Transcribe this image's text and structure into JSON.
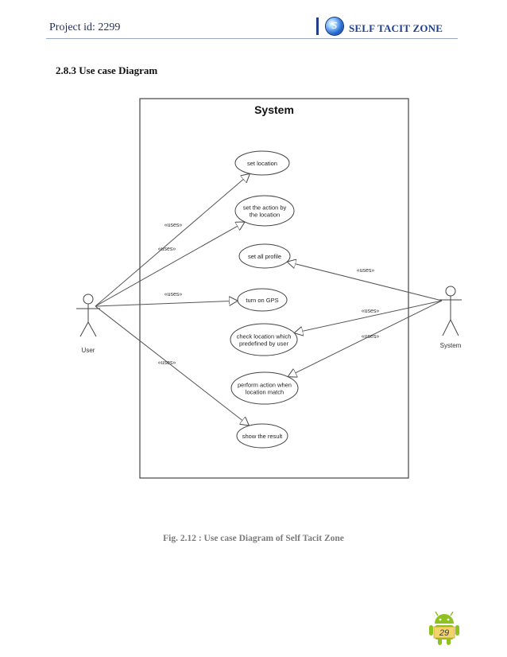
{
  "header": {
    "project_id": "Project id: 2299",
    "brand": "SELF  TACIT ZONE",
    "logo_icon": "globe-logo-icon",
    "accent_color": "#1f3f8a"
  },
  "section": {
    "title": "2.8.3 Use case Diagram"
  },
  "diagram": {
    "system_title": "System",
    "actors": {
      "user": "User",
      "system": "System"
    },
    "use_cases": [
      [
        "set location"
      ],
      [
        "set the action by",
        "the location"
      ],
      [
        "set all profile"
      ],
      [
        "turn on GPS"
      ],
      [
        "check location which",
        "predefined by user"
      ],
      [
        "perform action when",
        "location match"
      ],
      [
        "show the result"
      ]
    ],
    "relation_label": "«uses»",
    "user_links": [
      0,
      1,
      3,
      6
    ],
    "system_links": [
      2,
      4,
      5
    ]
  },
  "caption": "Fig. 2.12 : Use case Diagram of Self Tacit Zone",
  "page": {
    "number": "29",
    "icon": "android-robot-icon"
  }
}
